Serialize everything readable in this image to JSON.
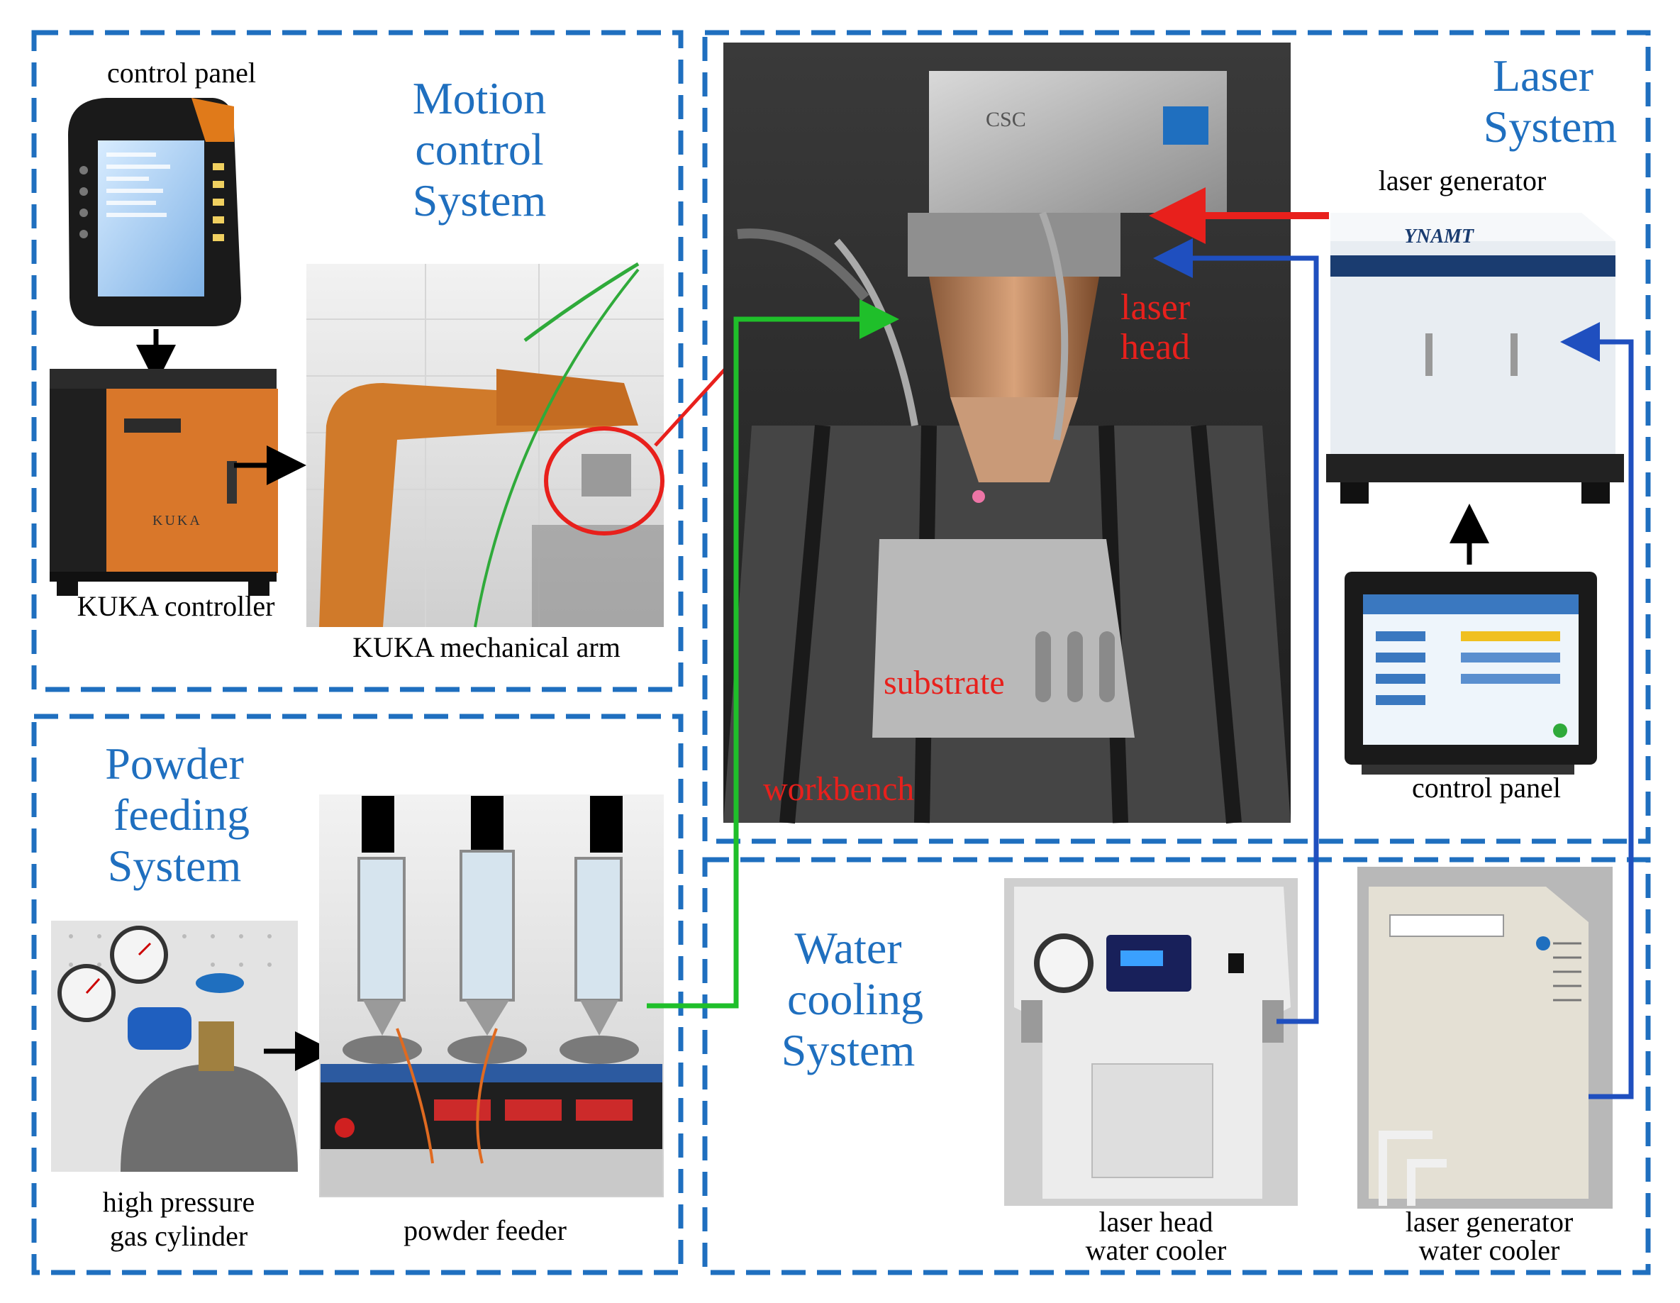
{
  "colors": {
    "panel_border": "#1f6fbf",
    "heading": "#1f6fbf",
    "laser_arrow": "#e8201c",
    "water_arrow": "#1f4fbf",
    "powder_arrow": "#1fbf2a",
    "annotation_red": "#e8201c",
    "photo_dark": "#2a2a2a",
    "robot_orange": "#d07a2a"
  },
  "motion": {
    "heading": [
      "Motion",
      "control",
      "System"
    ],
    "label_control_panel": "control panel",
    "label_controller": "KUKA controller",
    "label_arm": "KUKA mechanical arm",
    "controller_brand": "KUKA"
  },
  "laser": {
    "heading": [
      "Laser",
      "System"
    ],
    "label_generator": "laser generator",
    "label_control_panel": "control panel",
    "generator_brand": "YNAMT"
  },
  "center": {
    "label_laser_head": [
      "laser",
      "head"
    ],
    "label_substrate": "substrate",
    "label_workbench": "workbench",
    "head_brand": "CSC"
  },
  "powder": {
    "heading": [
      "Powder",
      "feeding",
      "System"
    ],
    "label_cylinder": [
      "high pressure",
      "gas cylinder"
    ],
    "label_feeder": "powder feeder"
  },
  "water": {
    "heading": [
      "Water",
      "cooling",
      "System"
    ],
    "label_head_cooler": [
      "laser head",
      "water cooler"
    ],
    "label_generator_cooler": [
      "laser generator",
      "water cooler"
    ]
  }
}
